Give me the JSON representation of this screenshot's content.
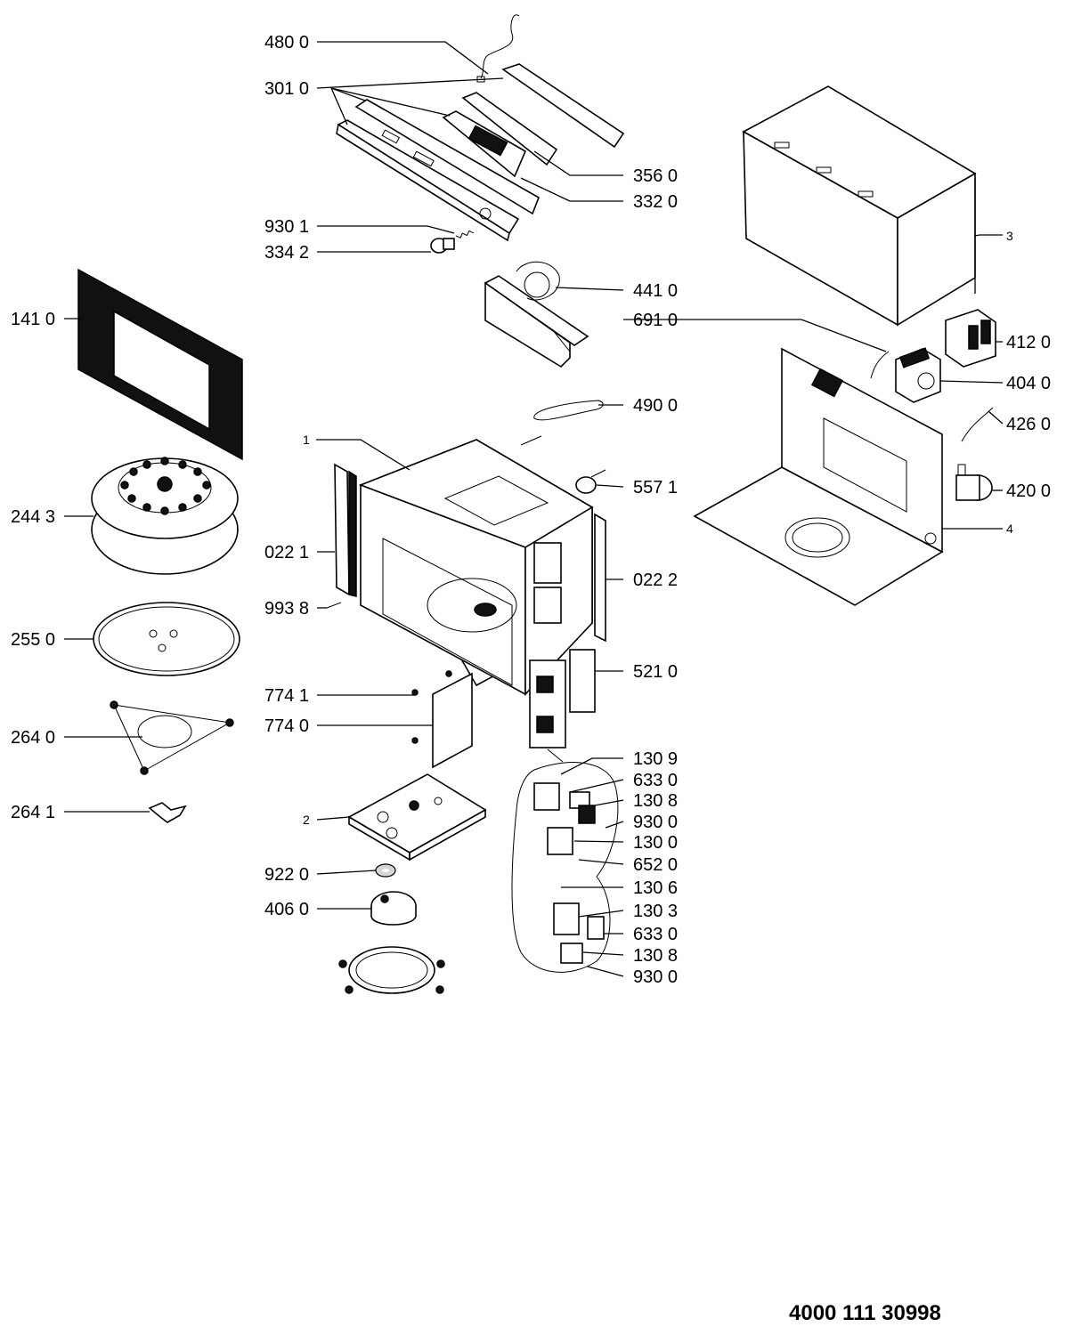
{
  "labels": {
    "p480_0": "480 0",
    "p301_0": "301 0",
    "p356_0": "356 0",
    "p332_0": "332 0",
    "p930_1": "930 1",
    "p334_2": "334 2",
    "p441_0": "441 0",
    "p691_0": "691 0",
    "p3": "3",
    "p412_0": "412 0",
    "p404_0": "404 0",
    "p426_0": "426 0",
    "p420_0": "420 0",
    "p4": "4",
    "p141_0": "141 0",
    "p490_0": "490 0",
    "p1": "1",
    "p557_1": "557 1",
    "p244_3": "244 3",
    "p022_1": "022 1",
    "p022_2": "022 2",
    "p993_8": "993 8",
    "p255_0": "255 0",
    "p521_0": "521 0",
    "p774_1": "774 1",
    "p774_0": "774 0",
    "p264_0": "264 0",
    "p130_9": "130 9",
    "p633_0a": "633 0",
    "p130_8a": "130 8",
    "p930_0a": "930 0",
    "p2": "2",
    "p130_0": "130 0",
    "p264_1": "264 1",
    "p652_0": "652 0",
    "p922_0": "922 0",
    "p130_6": "130 6",
    "p406_0": "406 0",
    "p130_3": "130 3",
    "p633_0b": "633 0",
    "p130_8b": "130 8",
    "p930_0b": "930 0"
  },
  "document_number": "4000 111 30998"
}
